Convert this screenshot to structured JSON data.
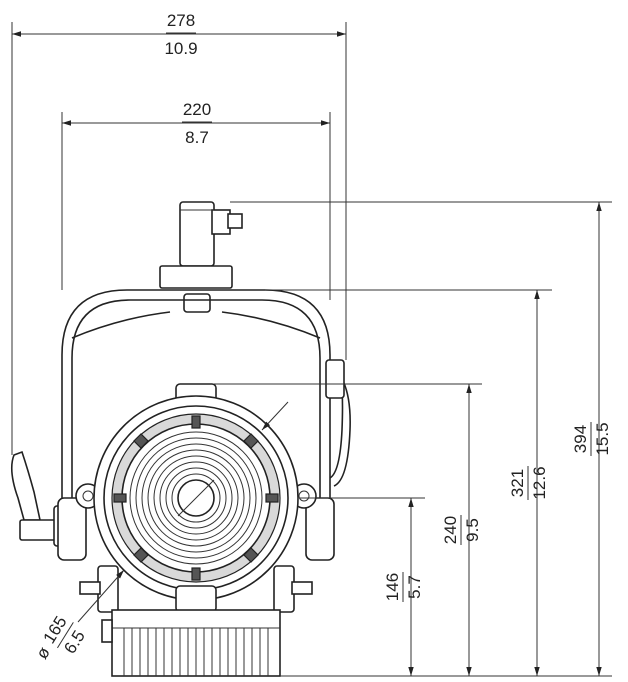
{
  "dimensions": {
    "overall_width": {
      "mm": "278",
      "in": "10.9"
    },
    "yoke_width": {
      "mm": "220",
      "in": "8.7"
    },
    "lens_diameter": {
      "prefix": "ø",
      "mm": "165",
      "in": "6.5"
    },
    "height_lens_bottom": {
      "mm": "146",
      "in": "5.7"
    },
    "height_lens_top": {
      "mm": "240",
      "in": "9.5"
    },
    "height_yoke_top": {
      "mm": "321",
      "in": "12.6"
    },
    "height_total": {
      "mm": "394",
      "in": "15.5"
    }
  }
}
